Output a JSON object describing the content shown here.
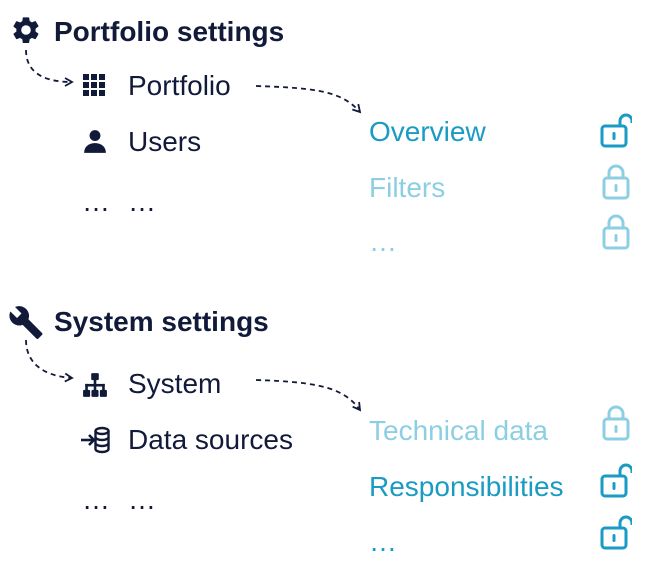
{
  "colors": {
    "dark": "#121a3a",
    "active": "#1a9bc3",
    "muted": "#8ccfe3"
  },
  "portfolio_settings": {
    "title": "Portfolio settings",
    "icon": "gear-icon",
    "items": [
      {
        "label": "Portfolio",
        "icon": "grid-icon"
      },
      {
        "label": "Users",
        "icon": "user-icon"
      },
      {
        "label": "…",
        "icon": "ellipsis-icon"
      }
    ],
    "subitems": [
      {
        "label": "Overview",
        "state": "active",
        "lock": "unlocked"
      },
      {
        "label": "Filters",
        "state": "muted",
        "lock": "locked"
      },
      {
        "label": "…",
        "state": "muted",
        "lock": "locked"
      }
    ]
  },
  "system_settings": {
    "title": "System settings",
    "icon": "wrench-icon",
    "items": [
      {
        "label": "System",
        "icon": "hierarchy-icon"
      },
      {
        "label": "Data sources",
        "icon": "data-import-icon"
      },
      {
        "label": "…",
        "icon": "ellipsis-icon"
      }
    ],
    "subitems": [
      {
        "label": "Technical data",
        "state": "muted",
        "lock": "locked"
      },
      {
        "label": "Responsibilities",
        "state": "active",
        "lock": "unlocked"
      },
      {
        "label": "…",
        "state": "active",
        "lock": "unlocked"
      }
    ]
  }
}
